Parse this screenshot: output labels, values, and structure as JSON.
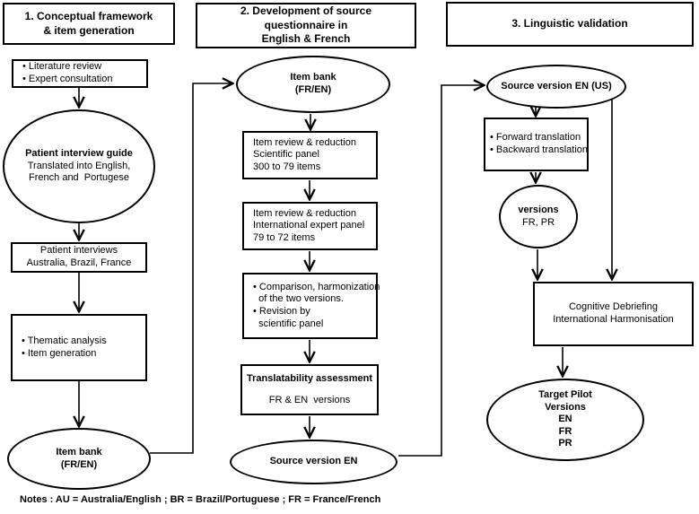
{
  "diagram": {
    "columns": [
      {
        "header": "1. Conceptual framework\n& item generation",
        "literature": "• Literature review\n• Expert consultation",
        "guide_title": "Patient interview guide",
        "guide_body": "Translated into English,\nFrench and  Portugese",
        "interviews": "Patient interviews\nAustralia, Brazil, France",
        "thematic": "• Thematic analysis\n• Item generation",
        "item_bank": "Item bank\n(FR/EN)"
      },
      {
        "header": "2. Development of source\nquestionnaire in\nEnglish & French",
        "item_bank": "Item bank\n(FR/EN)",
        "review_scientific": "Item review & reduction\nScientific panel\n300 to 79 items",
        "review_international": "Item review & reduction\nInternational expert panel\n79 to 72 items",
        "comparison": "• Comparison, harmonization\n  of the two versions.\n• Revision by\n  scientific panel",
        "translatability_title": "Translatability assessment",
        "translatability_body": "FR & EN  versions",
        "source_version": "Source version EN"
      },
      {
        "header": "3. Linguistic validation",
        "source_version": "Source version EN (US)",
        "translation": "• Forward translation\n• Backward translation",
        "versions_title": "versions",
        "versions_body": "FR, PR",
        "cognitive": "Cognitive Debriefing\nInternational Harmonisation",
        "target": "Target Pilot\nVersions\nEN\nFR\nPR"
      }
    ],
    "notes": "Notes : AU = Australia/English ; BR = Brazil/Portuguese ; FR = France/French"
  }
}
